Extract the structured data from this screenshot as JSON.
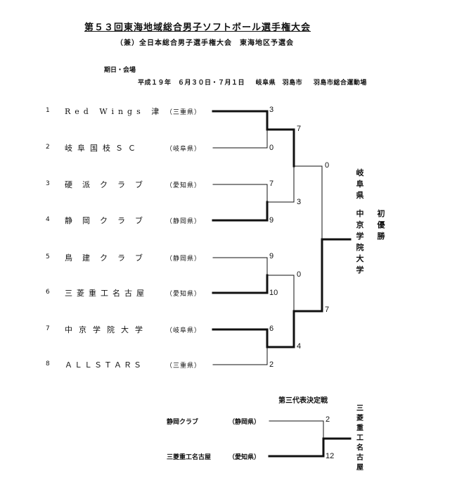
{
  "header": {
    "title": "第５３回東海地域総合男子ソフトボール選手権大会",
    "subtitle": "（兼）全日本総合男子選手権大会　東海地区予選会",
    "venue_label": "期日・会場",
    "date": "平成１９年　６月３０日・７月１日",
    "prefecture": "岐阜県　羽島市",
    "venue": "羽島市総合運動場"
  },
  "teams": [
    {
      "no": "1",
      "name": "Red Wings 津",
      "pref": "（三重県）"
    },
    {
      "no": "2",
      "name": "岐阜国枝ＳＣ",
      "pref": "（岐阜県）"
    },
    {
      "no": "3",
      "name": "硬派クラブ",
      "pref": "（愛知県）"
    },
    {
      "no": "4",
      "name": "静岡クラブ",
      "pref": "（静岡県）"
    },
    {
      "no": "5",
      "name": "鳥建クラブ",
      "pref": "（静岡県）"
    },
    {
      "no": "6",
      "name": "三菱重工名古屋",
      "pref": "（愛知県）"
    },
    {
      "no": "7",
      "name": "中京学院大学",
      "pref": "（岐阜県）"
    },
    {
      "no": "8",
      "name": "ＡＬＬＳＴＡＲＳ",
      "pref": "（三重県）"
    }
  ],
  "scores": {
    "r1": [
      "3",
      "0",
      "7",
      "9",
      "9",
      "10",
      "6",
      "2"
    ],
    "r2": [
      "7",
      "3",
      "0",
      "4"
    ],
    "sf": [
      "0",
      "7"
    ]
  },
  "champion": {
    "pref": "岐阜県",
    "name": "中京学院大学",
    "label": "初優勝"
  },
  "playoff": {
    "title": "第三代表決定戦",
    "teams": [
      {
        "name": "静岡クラブ",
        "pref": "（静岡県）",
        "score": "2"
      },
      {
        "name": "三菱重工名古屋",
        "pref": "（愛知県）",
        "score": "12"
      }
    ],
    "winner": "三菱重工名古屋"
  }
}
